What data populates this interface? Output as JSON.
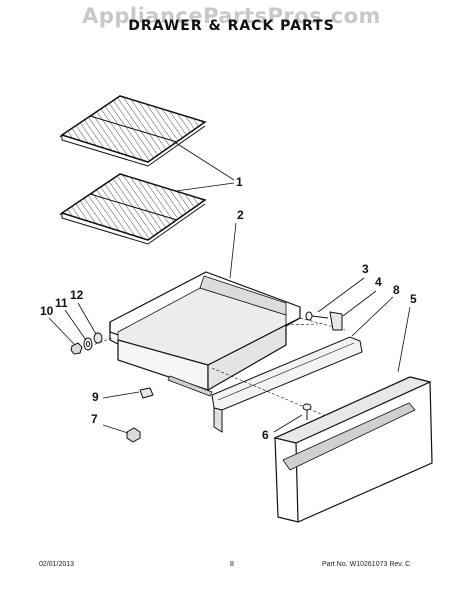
{
  "watermark": "AppliancePartsPros.com",
  "title": "DRAWER & RACK PARTS",
  "callouts": {
    "c1": "1",
    "c2": "2",
    "c3": "3",
    "c4": "4",
    "c5": "5",
    "c6": "6",
    "c7": "7",
    "c8": "8",
    "c9": "9",
    "c10": "10",
    "c11": "11",
    "c12": "12"
  },
  "footer": {
    "date": "02/01/2013",
    "page": "8",
    "part_no": "Part No. W10261073  Rev. C"
  }
}
